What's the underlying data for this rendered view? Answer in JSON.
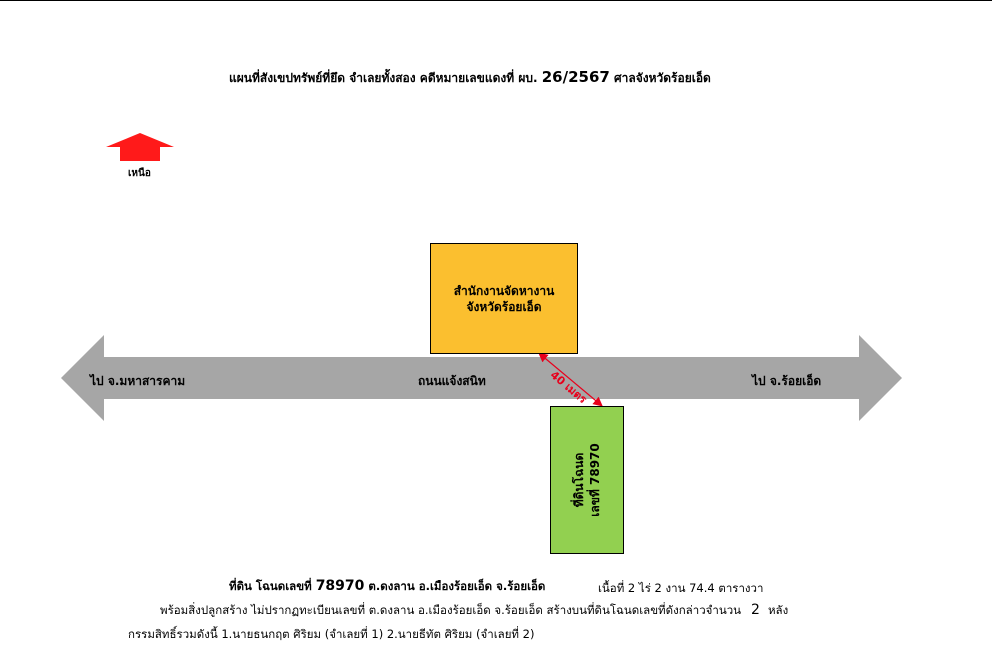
{
  "title": {
    "prefix": "แผนที่สังเขปทรัพย์ที่ยึด    จำเลยทั้งสอง    คดีหมายเลขแดงที่  ผบ. ",
    "case_no": "26/2567",
    "suffix": "  ศาลจังหวัดร้อยเอ็ด"
  },
  "north": {
    "label": "เหนือ",
    "icon": "north-arrow-icon",
    "color": "#ff1a1a"
  },
  "road": {
    "name": "ถนนแจ้งสนิท",
    "left_destination": "ไป จ.มหาสารคาม",
    "right_destination": "ไป จ.ร้อยเอ็ด",
    "color": "#a6a6a6"
  },
  "office": {
    "line1": "สำนักงานจัดหางาน",
    "line2": "จังหวัดร้อยเอ็ด",
    "color": "#fbbf2f"
  },
  "land": {
    "line1": "ที่ดินโฉนด",
    "line2": "เลขที่ 78970",
    "color": "#92d050"
  },
  "distance": {
    "label": "40 เมตร",
    "color": "#e8001c"
  },
  "info": {
    "line1_prefix": "ที่ดิน โฉนดเลขที่ ",
    "deed_no": "78970",
    "line1_location": "  ต.ดงลาน   อ.เมืองร้อยเอ็ด   จ.ร้อยเอ็ด",
    "line1_area": "เนื้อที่   2 ไร่ 2 งาน  74.4 ตารางวา",
    "line2_text": "พร้อมสิ่งปลูกสร้าง ไม่ปรากฏทะเบียนเลขที่  ต.ดงลาน   อ.เมืองร้อยเอ็ด   จ.ร้อยเอ็ด     สร้างบนที่ดินโฉนดเลขที่ดังกล่าวจำนวน",
    "building_count": "2",
    "building_unit": "หลัง",
    "line3": "กรรมสิทธิ์รวมดังนี้   1.นายธนกฤต ศิริยม (จำเลยที่ 1)  2.นายธีทัต ศิริยม (จำเลยที่ 2)"
  }
}
